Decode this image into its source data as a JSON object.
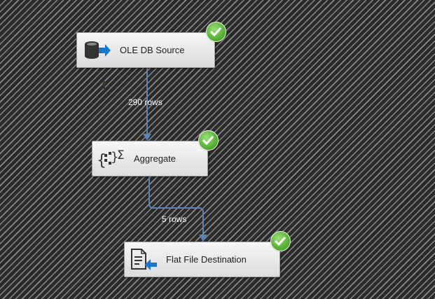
{
  "tasks": {
    "source": {
      "label": "OLE DB Source",
      "icon": "ole-db-source-icon",
      "status": "success"
    },
    "aggregate": {
      "label": "Aggregate",
      "icon": "aggregate-icon",
      "status": "success"
    },
    "destination": {
      "label": "Flat File Destination",
      "icon": "flat-file-destination-icon",
      "status": "success"
    }
  },
  "paths": [
    {
      "from": "OLE DB Source",
      "to": "Aggregate",
      "label": "290 rows"
    },
    {
      "from": "Aggregate",
      "to": "Flat File Destination",
      "label": "5 rows"
    }
  ],
  "colors": {
    "connector": "#5b84b6",
    "success": "#5cb33a",
    "row_label": "#ffffff"
  }
}
